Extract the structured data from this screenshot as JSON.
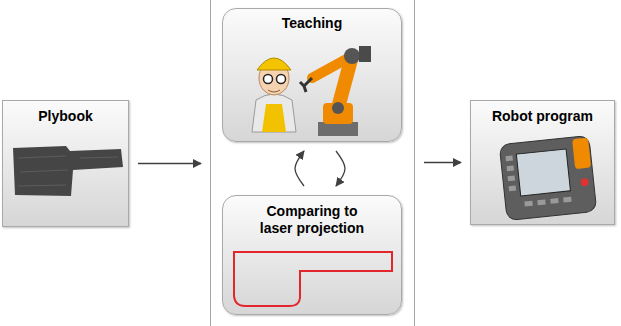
{
  "diagram": {
    "nodes": [
      {
        "text": [
          "Plybook"
        ]
      },
      {
        "text": []
      },
      {
        "text": [
          "Teaching"
        ],
        "in": 1
      },
      {
        "text": [
          "Comparing to laser projection"
        ],
        "in": 1
      },
      {
        "text": [
          "Robot program"
        ]
      }
    ],
    "edges": [
      {
        "from": 0,
        "to": 1,
        "arrow": "to"
      },
      {
        "from": 3,
        "to": 2,
        "arrow": "to"
      },
      {
        "from": 2,
        "to": 3,
        "arrow": "to"
      },
      {
        "from": 1,
        "to": 4,
        "arrow": "to"
      }
    ]
  }
}
